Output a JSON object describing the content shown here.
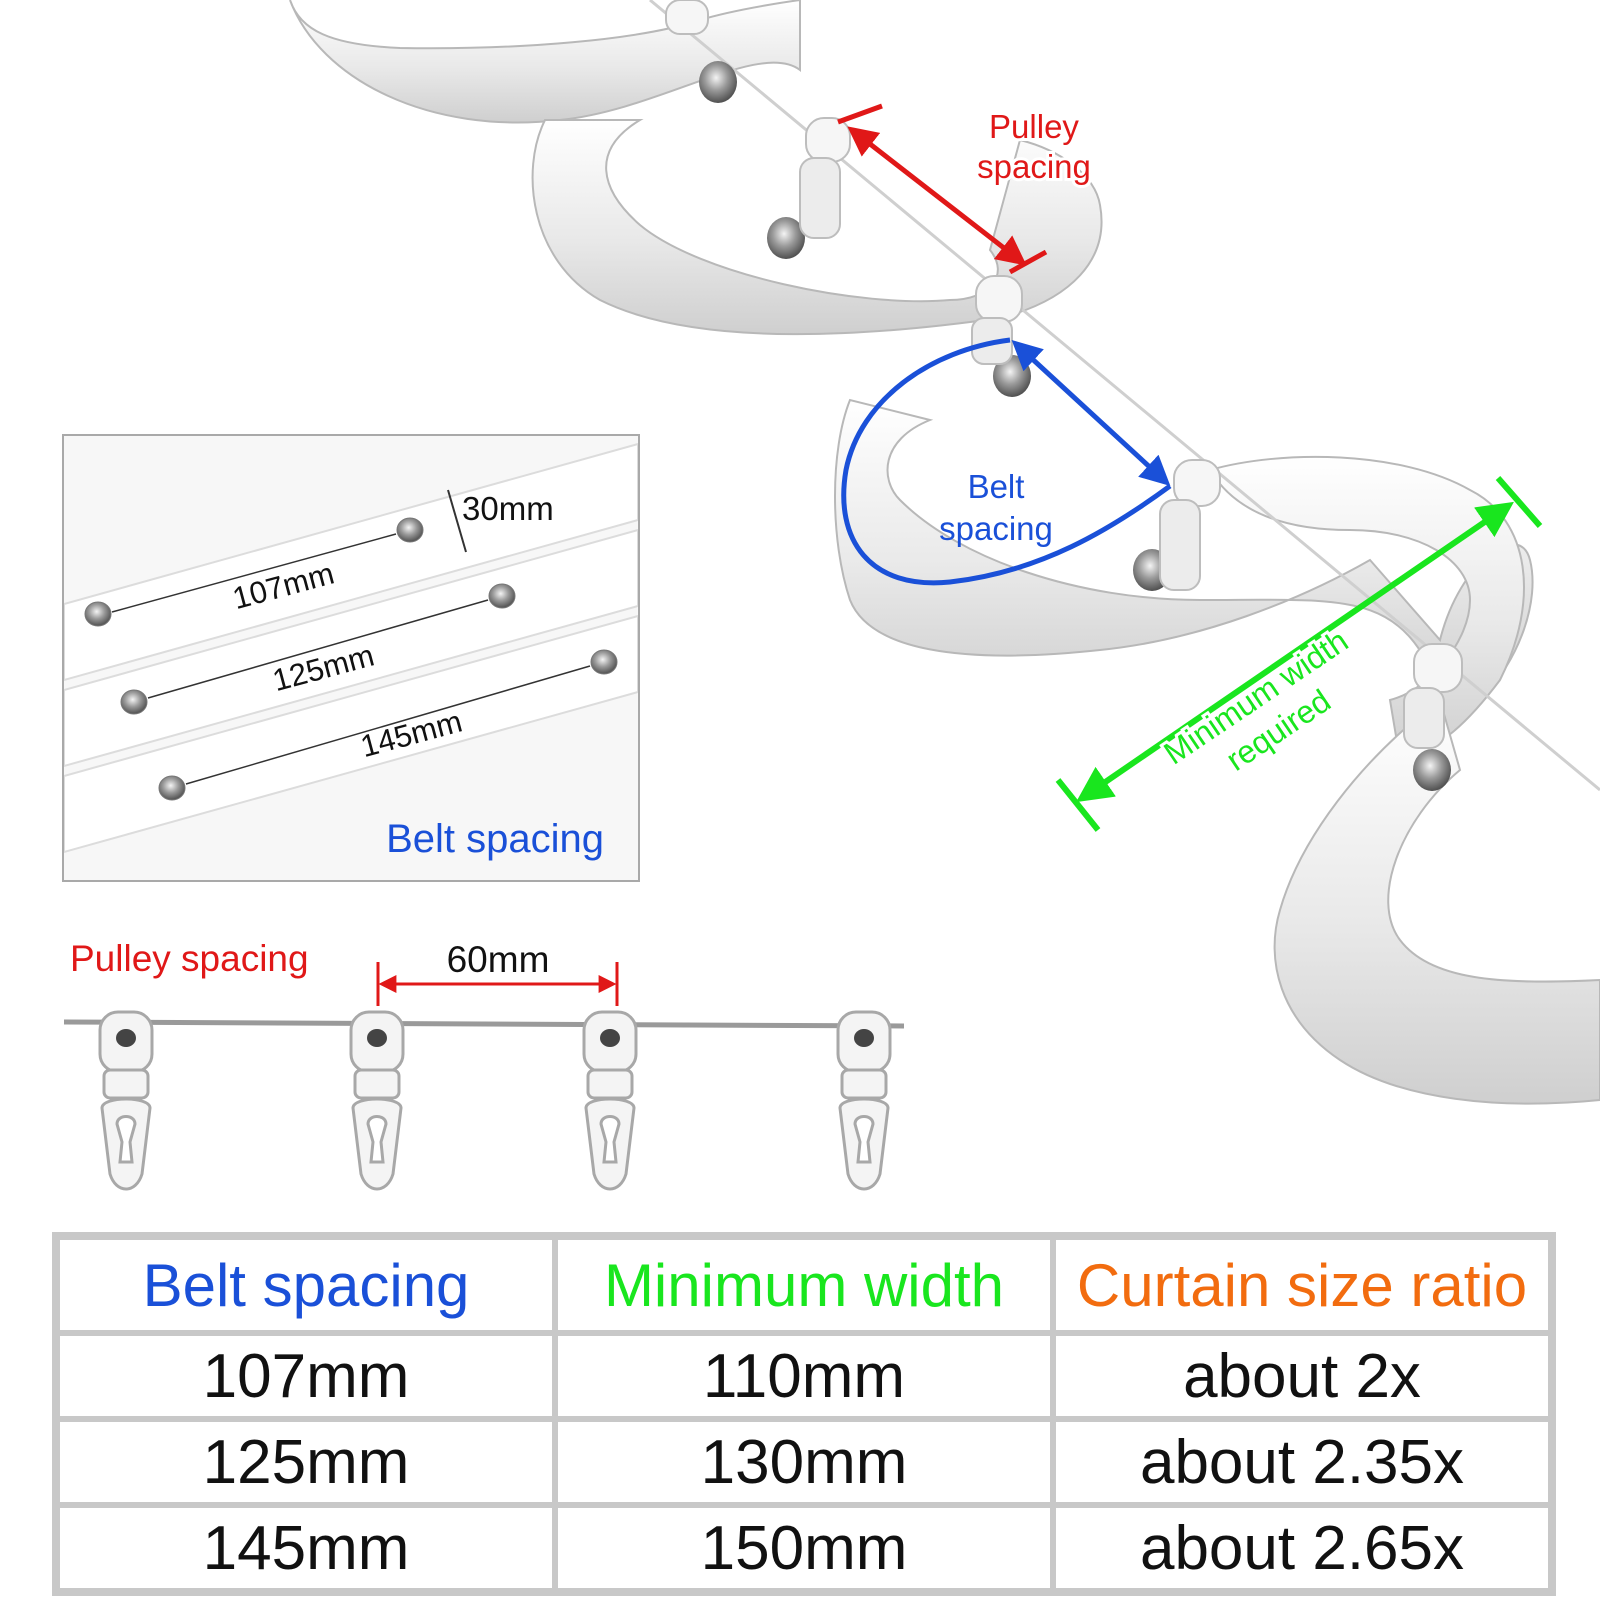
{
  "diagram": {
    "pulley_spacing_label": "Pulley\nspacing",
    "belt_spacing_label": "Belt\nspacing",
    "min_width_label_line1": "Minimum width",
    "min_width_label_line2": "required"
  },
  "inset": {
    "thickness": "30mm",
    "spacings": [
      "107mm",
      "125mm",
      "145mm"
    ],
    "title": "Belt spacing"
  },
  "pulley_row": {
    "label": "Pulley spacing",
    "spacing": "60mm"
  },
  "table": {
    "headers": [
      "Belt spacing",
      "Minimum width",
      "Curtain size ratio"
    ],
    "rows": [
      [
        "107mm",
        "110mm",
        "about 2x"
      ],
      [
        "125mm",
        "130mm",
        "about 2.35x"
      ],
      [
        "145mm",
        "150mm",
        "about 2.65x"
      ]
    ]
  },
  "colors": {
    "pulley": "#e01818",
    "belt": "#1a50d8",
    "min_width": "#19e61e",
    "ratio": "#f26c0f"
  }
}
